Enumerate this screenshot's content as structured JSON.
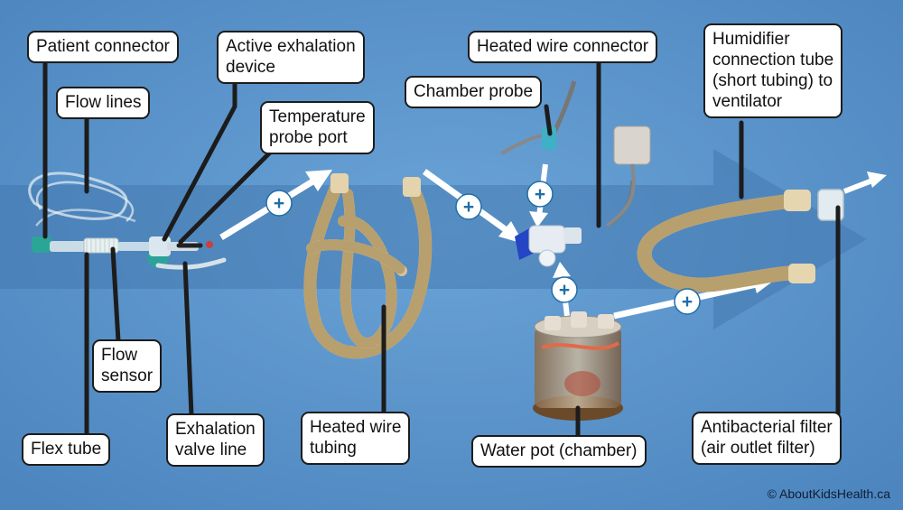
{
  "labels": {
    "patient_connector": "Patient connector",
    "flow_lines": "Flow lines",
    "active_exhalation_device": [
      "Active exhalation",
      "device"
    ],
    "temperature_probe_port": [
      "Temperature",
      "probe port"
    ],
    "chamber_probe": "Chamber probe",
    "heated_wire_connector": "Heated wire connector",
    "humidifier_connection_tube": [
      "Humidifier",
      "connection tube",
      "(short tubing) to",
      "ventilator"
    ],
    "flow_sensor": [
      "Flow",
      "sensor"
    ],
    "flex_tube": "Flex tube",
    "exhalation_valve_line": [
      "Exhalation",
      "valve line"
    ],
    "heated_wire_tubing": [
      "Heated wire",
      "tubing"
    ],
    "water_pot": "Water pot (chamber)",
    "antibacterial_filter": [
      "Antibacterial filter",
      "(air outlet filter)"
    ]
  },
  "plus_sign": "+",
  "copyright": "© AboutKidsHealth.ca",
  "colors": {
    "background": "#5a93c9",
    "flow_band": "#4a7fb6",
    "plus_circle": "#1e6ea8",
    "tubing": "#d8c49a",
    "label_border": "#1c1c1c"
  }
}
